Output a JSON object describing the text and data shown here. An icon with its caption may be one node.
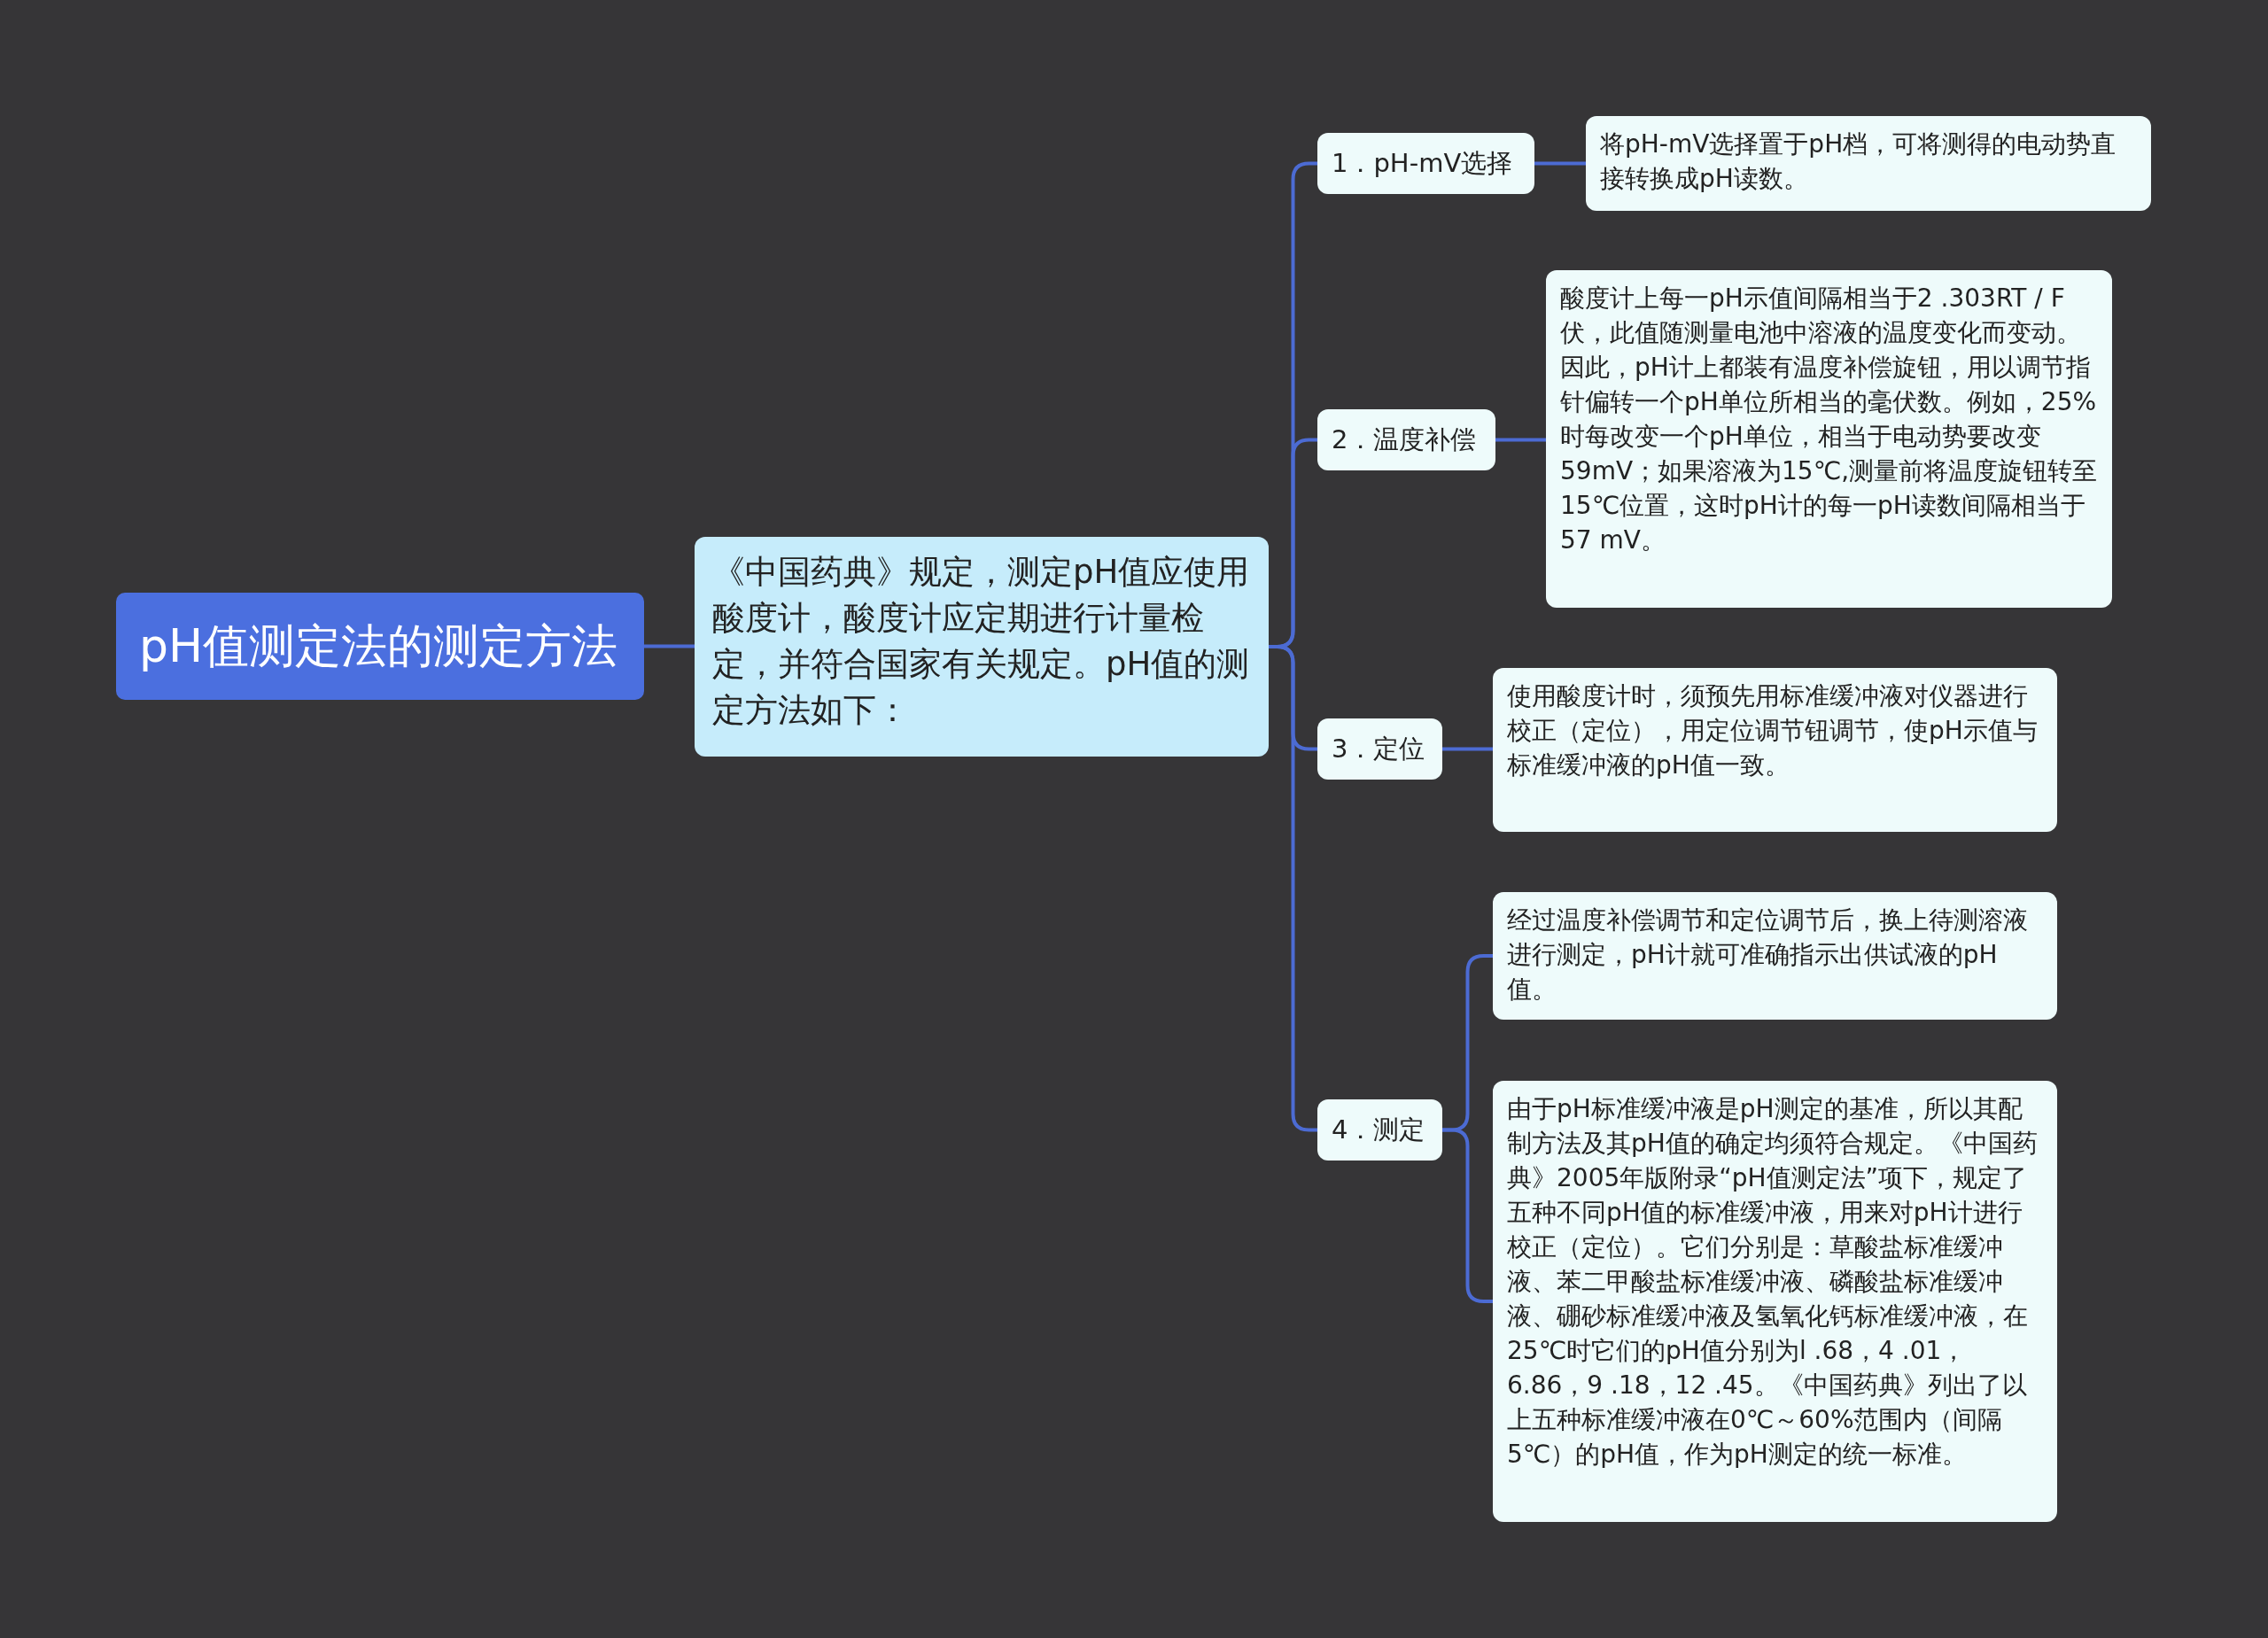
{
  "diagram": {
    "nodes": [
      {
        "text": [
          "pH值测定法的测定方法"
        ]
      },
      {
        "text": [
          "《中国药典》规定，测定pH值应使用酸度计，酸度计应定期进行计量检定，并符合国家有关规定。pH值的测定方法如下："
        ]
      },
      {
        "text": [
          "1．pH-mV选择"
        ]
      },
      {
        "text": [
          "将pH-mV选择置于pH档，可将测得的电动势直接转换成pH读数。"
        ]
      },
      {
        "text": [
          "2．温度补偿"
        ]
      },
      {
        "text": [
          "酸度计上每一pH示值间隔相当于2 .303RT / F伏，此值随测量电池中溶液的温度变化而变动。因此，pH计上都装有温度补偿旋钮，用以调节指针偏转一个pH单位所相当的毫伏数。例如，25%时每改变一个pH单位，相当于电动势要改变59mV；如果溶液为15℃,测量前将温度旋钮转至15℃位置，这时pH计的每一pH读数间隔相当于57 mV。"
        ]
      },
      {
        "text": [
          "3．定位"
        ]
      },
      {
        "text": [
          "使用酸度计时，须预先用标准缓冲液对仪器进行校正（定位），用定位调节钮调节，使pH示值与标准缓冲液的pH值一致。"
        ]
      },
      {
        "text": [
          "4．测定"
        ]
      },
      {
        "text": [
          "经过温度补偿调节和定位调节后，换上待测溶液进行测定，pH计就可准确指示出供试液的pH值。"
        ]
      },
      {
        "text": [
          "由于pH标准缓冲液是pH测定的基准，所以其配制方法及其pH值的确定均须符合规定。《中国药典》2005年版附录“pH值测定法”项下，规定了五种不同pH值的标准缓冲液，用来对pH计进行校正（定位）。它们分别是：草酸盐标准缓冲液、苯二甲酸盐标准缓冲液、磷酸盐标准缓冲液、硼砂标准缓冲液及氢氧化钙标准缓冲液，在25℃时它们的pH值分别为l .68，4 .01，6.86，9 .18，12 .45。《中国药典》列出了以上五种标准缓冲液在0℃～60%范围内（间隔5℃）的pH值，作为pH测定的统一标准。"
        ]
      }
    ],
    "edges": [
      {
        "from": 0,
        "to": 1,
        "arrow": "none"
      },
      {
        "from": 1,
        "to": 2,
        "arrow": "none"
      },
      {
        "from": 1,
        "to": 4,
        "arrow": "none"
      },
      {
        "from": 1,
        "to": 6,
        "arrow": "none"
      },
      {
        "from": 1,
        "to": 8,
        "arrow": "none"
      },
      {
        "from": 2,
        "to": 3,
        "arrow": "none"
      },
      {
        "from": 4,
        "to": 5,
        "arrow": "none"
      },
      {
        "from": 6,
        "to": 7,
        "arrow": "none"
      },
      {
        "from": 8,
        "to": 9,
        "arrow": "none"
      },
      {
        "from": 8,
        "to": 10,
        "arrow": "none"
      }
    ]
  }
}
